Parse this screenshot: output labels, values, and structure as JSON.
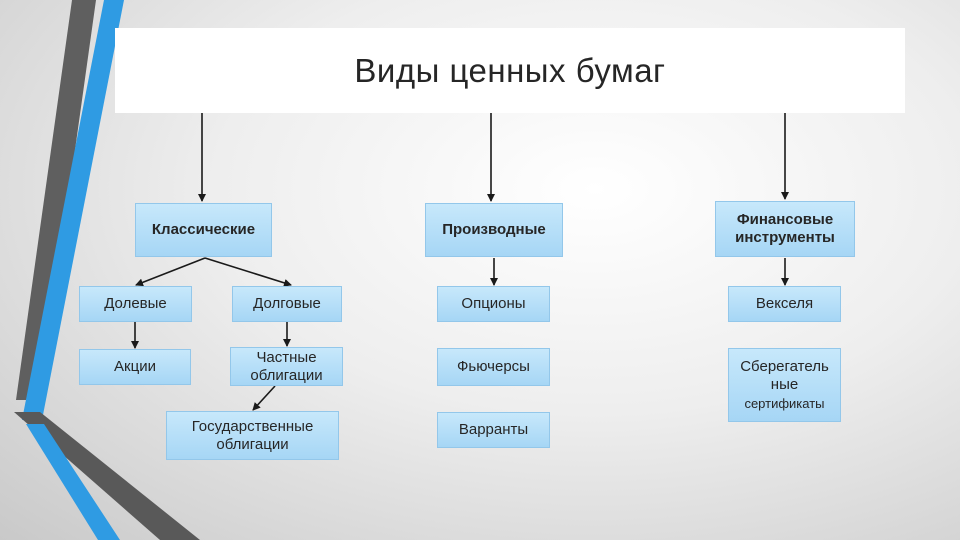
{
  "title": "Виды ценных бумаг",
  "categories": {
    "classic": "Классические",
    "derivative": "Производные",
    "financial": [
      "Финансовые",
      "инструменты"
    ]
  },
  "classic": {
    "equity": "Долевые",
    "debt": "Долговые",
    "shares": "Акции",
    "private_bonds": [
      "Частные",
      "облигации"
    ],
    "state_bonds": [
      "Государственные",
      "облигации"
    ]
  },
  "derivatives": {
    "options": "Опционы",
    "futures": "Фьючерсы",
    "warrants": "Варранты"
  },
  "financial_instruments": {
    "bills": "Векселя",
    "certificates": [
      "Сберегатель",
      "ные",
      "сертификаты"
    ]
  },
  "colors": {
    "box_fill": "#b5def8",
    "box_border": "#93c7ea",
    "accent_blue": "#2f9be3",
    "stripe_gray": "#5a5a5a"
  }
}
